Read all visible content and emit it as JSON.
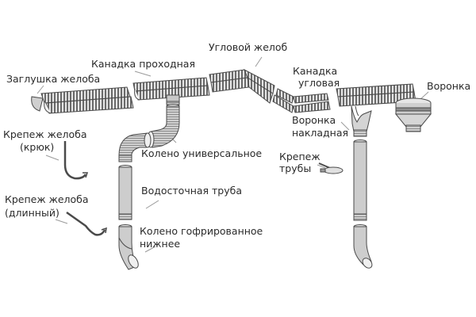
{
  "diagram": {
    "title": "",
    "labels": {
      "gutter_cap": "Заглушка желоба",
      "gutter_connector": "Канадка проходная",
      "corner_gutter": "Угловой желоб",
      "corner_connector_1": "Канадка",
      "corner_connector_2": "угловая",
      "funnel": "Воронка",
      "overlay_funnel_1": "Воронка",
      "overlay_funnel_2": "накладная",
      "hook_bracket_1": "Крепеж желоба",
      "hook_bracket_2": "(крюк)",
      "universal_elbow": "Колено универсальное",
      "pipe_clamp_1": "Крепеж",
      "pipe_clamp_2": "трубы",
      "downpipe": "Водосточная труба",
      "long_bracket_1": "Крепеж желоба",
      "long_bracket_2": "(длинный)",
      "corrugated_elbow_1": "Колено гофрированное",
      "corrugated_elbow_2": "нижнее"
    },
    "colors": {
      "outline": "#4a4a4a",
      "part_fill": "#d9d9d9",
      "part_dark": "#a8a8a8",
      "text": "#2b2b2b"
    }
  }
}
